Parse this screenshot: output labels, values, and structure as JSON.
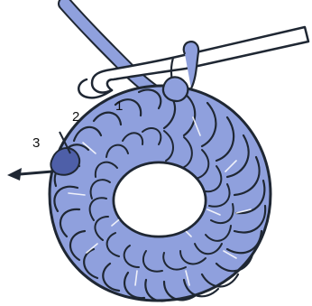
{
  "labels": {
    "one": "1",
    "two": "2",
    "three": "3"
  },
  "colors": {
    "yarn": "#8fa0dd",
    "yarn_dark": "#4e5fa8",
    "outline": "#1f2733",
    "hook": "#ffffff",
    "arrow": "#1f2733",
    "background": "#ffffff"
  },
  "icons": {
    "hook": "crochet-hook-icon",
    "arrow": "arrow-left-icon"
  }
}
